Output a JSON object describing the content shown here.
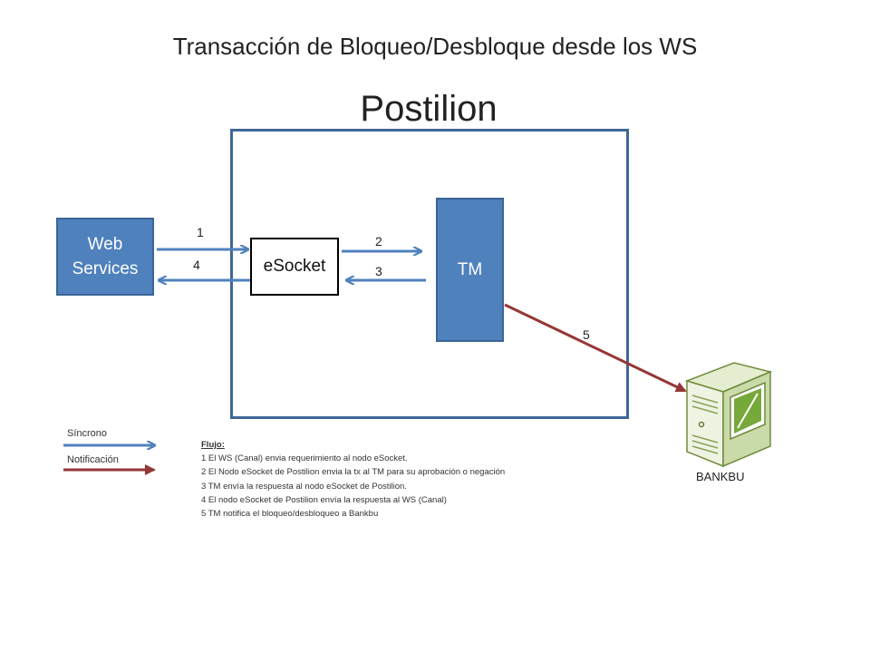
{
  "header": {
    "title": "Transacción de Bloqueo/Desbloque desde los WS",
    "subtitle": "Postilion"
  },
  "nodes": {
    "web_services_line1": "Web",
    "web_services_line2": "Services",
    "esocket": "eSocket",
    "tm": "TM",
    "bankbu": "BANKBU"
  },
  "steps": [
    "1",
    "2",
    "3",
    "4",
    "5"
  ],
  "legend": {
    "sync": "Síncrono",
    "notification": "Notificación"
  },
  "flow": {
    "heading": "Flujo:",
    "items": [
      "1 El WS (Canal) envia requerimiento al nodo eSocket.",
      "2 El Nodo eSocket de Postilion envia la tx al TM para su aprobación o negación",
      "3 TM envía la respuesta al nodo eSocket de Postilion.",
      "4 El nodo eSocket de Postilion envía la respuesta al WS (Canal)",
      "5 TM notifica el bloqueo/desbloqueo a Bankbu"
    ]
  },
  "colors": {
    "sync_arrow": "#4f81bd",
    "notification_arrow": "#953735",
    "box_fill": "#4f81bd",
    "postilion_border": "#3f6796",
    "server_fill": "#d7e4bd"
  }
}
